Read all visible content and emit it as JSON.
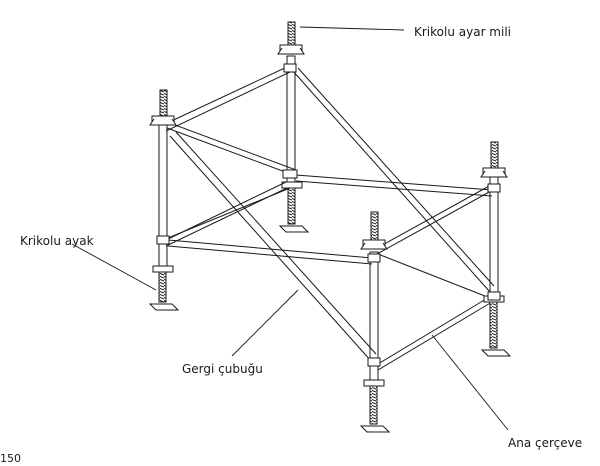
{
  "labels": {
    "jack_spindle": "Krikolu ayar mili",
    "jack_leg": "Krikolu ayak",
    "tie_rod": "Gergi çubuğu",
    "main_frame": "Ana çerçeve",
    "page_number": "150"
  },
  "colors": {
    "line": "#1a1a1a",
    "pipe_fill": "#ffffff",
    "background": "#ffffff"
  }
}
